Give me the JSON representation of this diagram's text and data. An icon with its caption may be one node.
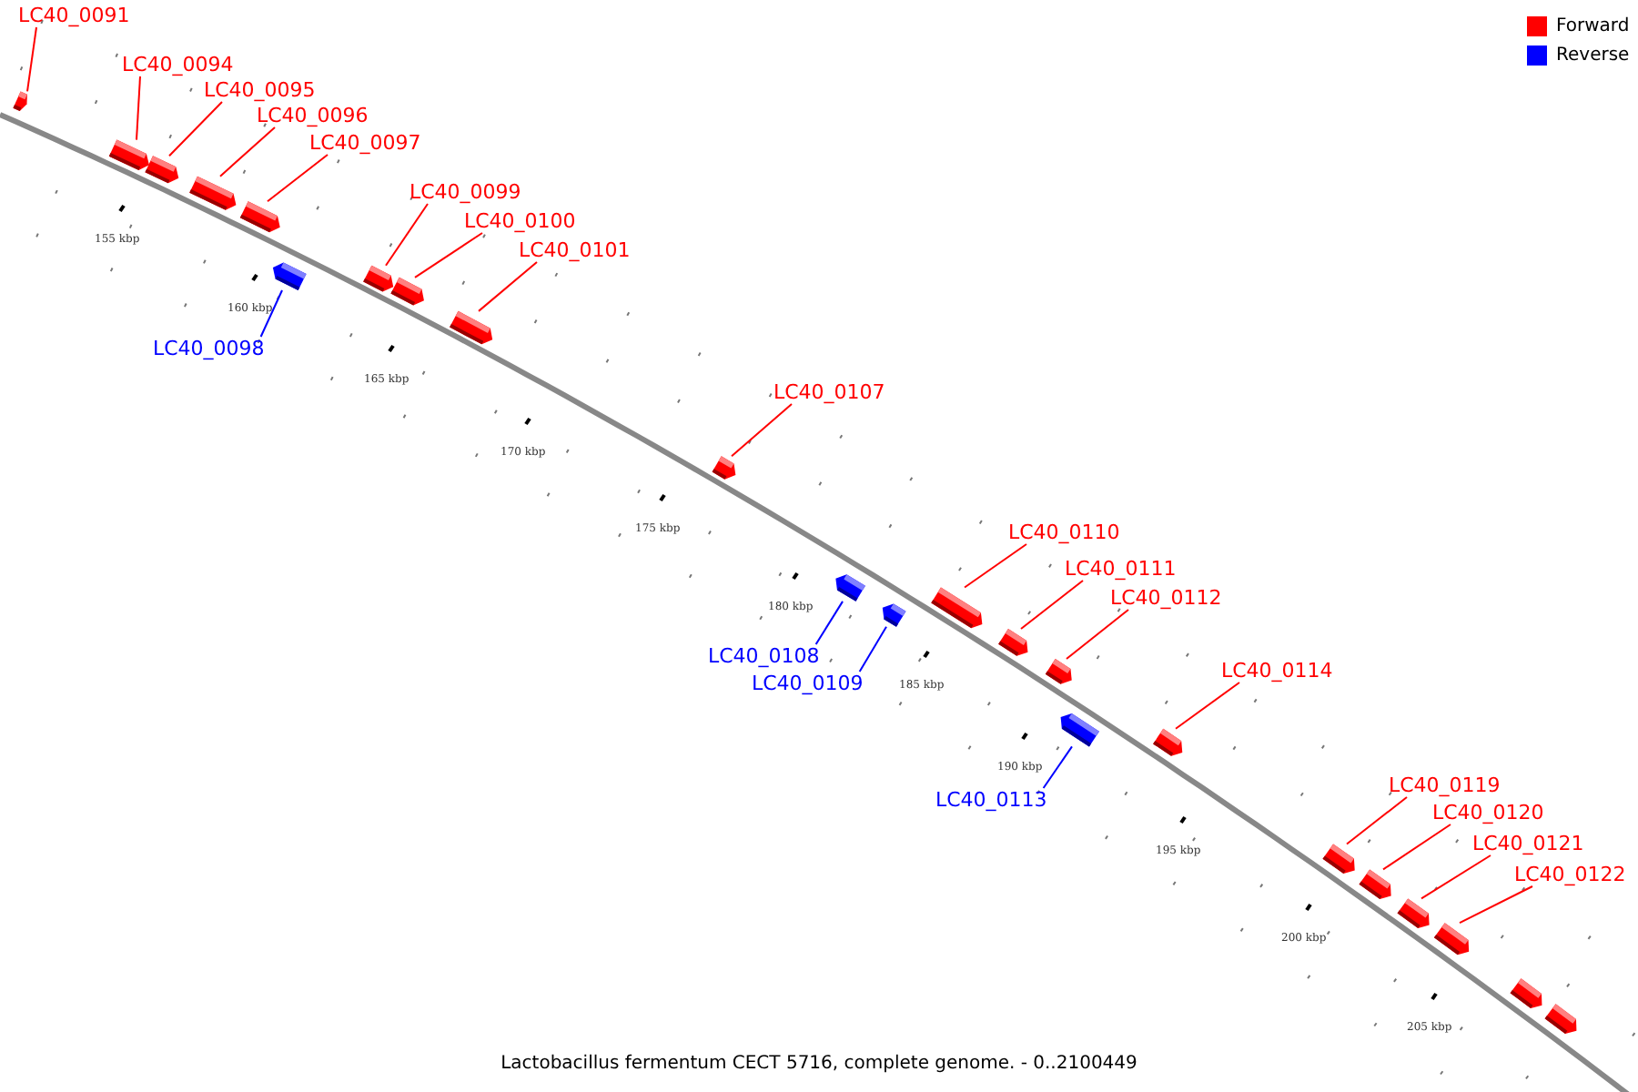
{
  "diagram": {
    "caption": "Lactobacillus fermentum CECT 5716, complete genome. - 0..2100449",
    "nodes": [
      {
        "text": [
          "LC40_0091"
        ]
      },
      {
        "text": [],
        "shape": "box"
      },
      {
        "text": [
          "LC40_0094"
        ]
      },
      {
        "text": [],
        "shape": "box"
      },
      {
        "text": [
          "LC40_0095"
        ]
      },
      {
        "text": [],
        "shape": "box"
      },
      {
        "text": [
          "LC40_0096"
        ]
      },
      {
        "text": [],
        "shape": "box"
      },
      {
        "text": [
          "LC40_0097"
        ]
      },
      {
        "text": [],
        "shape": "box"
      },
      {
        "text": [
          "LC40_0098"
        ]
      },
      {
        "text": [],
        "shape": "box"
      },
      {
        "text": [
          "LC40_0099"
        ]
      },
      {
        "text": [],
        "shape": "box"
      },
      {
        "text": [
          "LC40_0100"
        ]
      },
      {
        "text": [],
        "shape": "box"
      },
      {
        "text": [
          "LC40_0101"
        ]
      },
      {
        "text": [],
        "shape": "box"
      },
      {
        "text": [
          "LC40_0107"
        ]
      },
      {
        "text": [],
        "shape": "box"
      },
      {
        "text": [
          "LC40_0108"
        ]
      },
      {
        "text": [],
        "shape": "box"
      },
      {
        "text": [
          "LC40_0109"
        ]
      },
      {
        "text": [],
        "shape": "box"
      },
      {
        "text": [
          "LC40_0110"
        ]
      },
      {
        "text": [],
        "shape": "box"
      },
      {
        "text": [
          "LC40_0111"
        ]
      },
      {
        "text": [],
        "shape": "box"
      },
      {
        "text": [
          "LC40_0112"
        ]
      },
      {
        "text": [],
        "shape": "box"
      },
      {
        "text": [
          "LC40_0113"
        ]
      },
      {
        "text": [],
        "shape": "box"
      },
      {
        "text": [
          "LC40_0114"
        ]
      },
      {
        "text": [],
        "shape": "box"
      },
      {
        "text": [
          "LC40_0119"
        ]
      },
      {
        "text": [],
        "shape": "box"
      },
      {
        "text": [
          "LC40_0120"
        ]
      },
      {
        "text": [],
        "shape": "box"
      },
      {
        "text": [
          "LC40_0121"
        ]
      },
      {
        "text": [],
        "shape": "box"
      },
      {
        "text": [
          "LC40_0122"
        ]
      },
      {
        "text": [],
        "shape": "box"
      },
      {
        "text": [],
        "shape": "box"
      },
      {
        "text": [],
        "shape": "box"
      }
    ],
    "edges": [
      {
        "from": 0,
        "to": 1,
        "arrow": "none"
      },
      {
        "from": 2,
        "to": 3,
        "arrow": "none"
      },
      {
        "from": 4,
        "to": 5,
        "arrow": "none"
      },
      {
        "from": 6,
        "to": 7,
        "arrow": "none"
      },
      {
        "from": 8,
        "to": 9,
        "arrow": "none"
      },
      {
        "from": 10,
        "to": 11,
        "arrow": "none",
        "color": "#0000ff"
      },
      {
        "from": 12,
        "to": 13,
        "arrow": "none"
      },
      {
        "from": 14,
        "to": 15,
        "arrow": "none"
      },
      {
        "from": 16,
        "to": 17,
        "arrow": "none"
      },
      {
        "from": 18,
        "to": 19,
        "arrow": "none"
      },
      {
        "from": 20,
        "to": 21,
        "arrow": "none",
        "color": "#0000ff"
      },
      {
        "from": 22,
        "to": 23,
        "arrow": "none",
        "color": "#0000ff"
      },
      {
        "from": 24,
        "to": 25,
        "arrow": "none"
      },
      {
        "from": 26,
        "to": 27,
        "arrow": "none"
      },
      {
        "from": 28,
        "to": 29,
        "arrow": "none"
      },
      {
        "from": 30,
        "to": 31,
        "arrow": "none",
        "color": "#0000ff"
      },
      {
        "from": 32,
        "to": 33,
        "arrow": "none"
      },
      {
        "from": 34,
        "to": 35,
        "arrow": "none"
      },
      {
        "from": 36,
        "to": 37,
        "arrow": "none"
      },
      {
        "from": 38,
        "to": 39,
        "arrow": "none"
      },
      {
        "from": 40,
        "to": 41,
        "arrow": "none"
      }
    ],
    "labels": [
      "155 kbp",
      "160 kbp",
      "165 kbp",
      "170 kbp",
      "175 kbp",
      "180 kbp",
      "185 kbp",
      "190 kbp",
      "195 kbp",
      "200 kbp",
      "205 kbp"
    ],
    "legend": [
      {
        "text": "Forward",
        "color": "#ff0000"
      },
      {
        "text": "Reverse",
        "color": "#0000ff"
      }
    ]
  }
}
